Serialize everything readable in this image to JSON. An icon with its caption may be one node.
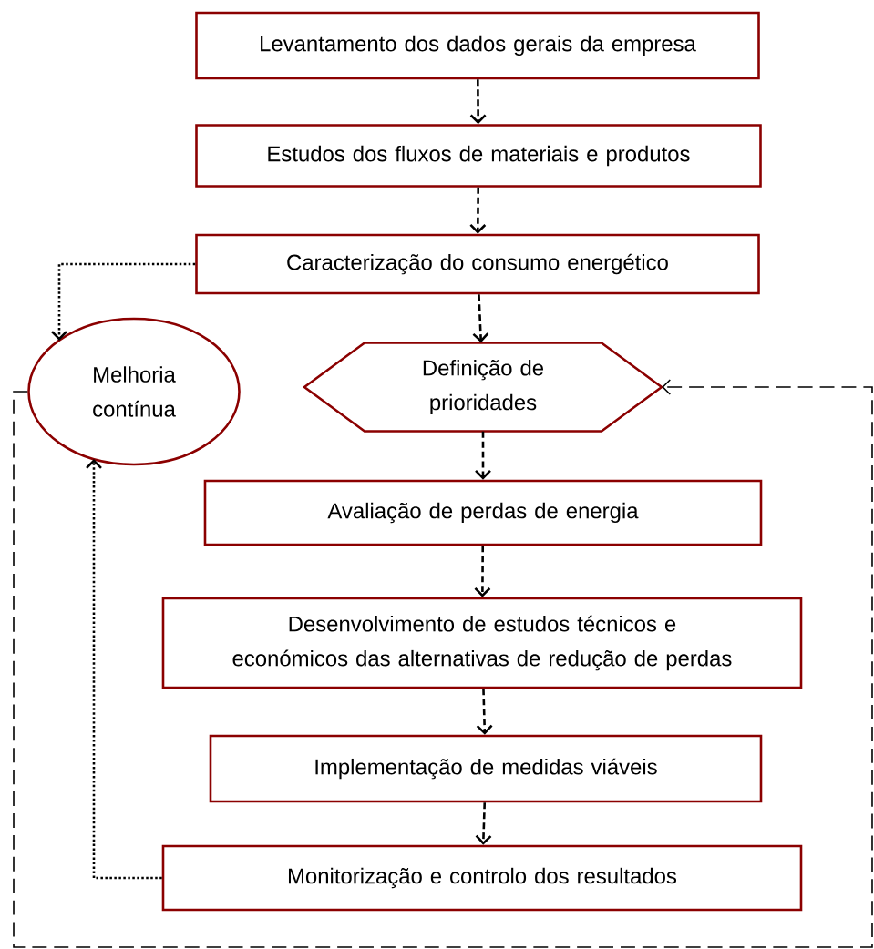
{
  "diagram": {
    "nodes": [
      {
        "text": [
          "Levantamento dos dados gerais da empresa"
        ]
      },
      {
        "text": [
          "Estudos dos fluxos de materiais e produtos"
        ]
      },
      {
        "text": [
          "Caracterização do consumo energético"
        ]
      },
      {
        "text": [
          "Melhoria contínua"
        ]
      },
      {
        "text": [
          "Definição de prioridades"
        ]
      },
      {
        "text": [
          "Avaliação de perdas de energia"
        ]
      },
      {
        "text": [
          "Desenvolvimento de estudos técnicos e económicos das alternativas de redução de perdas"
        ]
      },
      {
        "text": [
          "Implementação de medidas viáveis"
        ]
      },
      {
        "text": [
          "Monitorização e controlo dos resultados"
        ]
      }
    ],
    "edges": [
      {
        "from": 0,
        "to": 1,
        "arrow": "to"
      },
      {
        "from": 1,
        "to": 2,
        "arrow": "to"
      },
      {
        "from": 2,
        "to": 4,
        "arrow": "to"
      },
      {
        "from": 4,
        "to": 5,
        "arrow": "to"
      },
      {
        "from": 5,
        "to": 6,
        "arrow": "to"
      },
      {
        "from": 6,
        "to": 7,
        "arrow": "to"
      },
      {
        "from": 7,
        "to": 8,
        "arrow": "to"
      },
      {
        "from": 2,
        "to": 3,
        "arrow": "to",
        "style": "dashed"
      },
      {
        "from": 8,
        "to": 3,
        "arrow": "to",
        "style": "dashed"
      },
      {
        "from": 3,
        "to": 4,
        "arrow": "to",
        "style": "dashed"
      }
    ]
  }
}
